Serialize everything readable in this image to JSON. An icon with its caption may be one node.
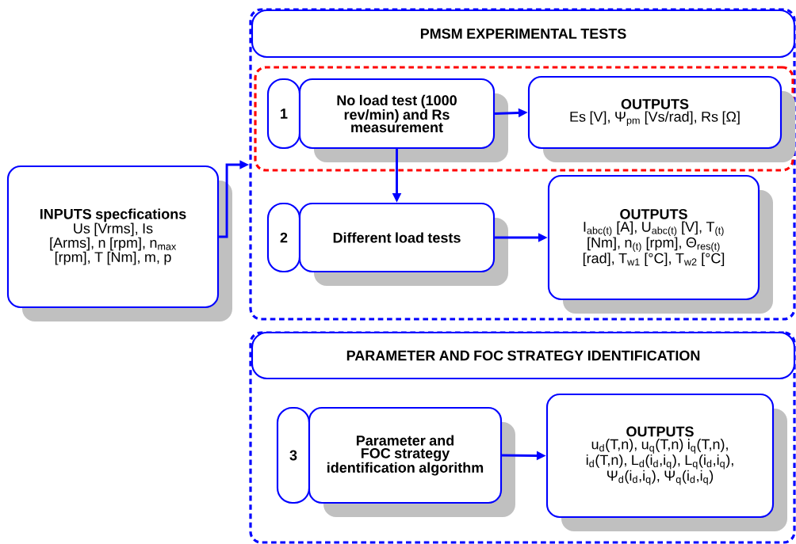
{
  "diagram": {
    "nodes": [
      {
        "text": [
          "INPUTS specfications",
          "Us [Vrms], Is [Arms], n [rpm], n$_{max}$ [rpm], T [Nm], m, p"
        ]
      },
      {
        "text": [],
        "shape": "box"
      },
      {
        "text": [
          "PMSM EXPERIMENTAL TESTS"
        ],
        "in": 1
      },
      {
        "text": [],
        "shape": "box",
        "in": 1
      },
      {
        "text": [
          "1"
        ],
        "in": 3
      },
      {
        "text": [
          "No load test (1000 rev/min) and Rs measurement"
        ],
        "in": 3
      },
      {
        "text": [
          "OUTPUTS",
          "Es [V], Ψ$_{pm}$ [Vs/rad], Rs [Ω]"
        ],
        "in": 3
      },
      {
        "text": [
          "2"
        ],
        "in": 1
      },
      {
        "text": [
          "Different load tests"
        ],
        "in": 1
      },
      {
        "text": [
          "OUTPUTS",
          "I$_{abc(t)}$ [A], U$_{abc(t)}$ [V], T$_{(t)}$ [Nm], n$_{(t)}$ [rpm], Θ$_{res(t)}$ [rad], T$_{w1}$ [°C], T$_{w2}$ [°C]"
        ],
        "in": 1
      },
      {
        "text": [],
        "shape": "box"
      },
      {
        "text": [
          "PARAMETER AND FOC STRATEGY IDENTIFICATION"
        ],
        "in": 10
      },
      {
        "text": [
          "3"
        ],
        "in": 10
      },
      {
        "text": [
          "Parameter and FOC strategy identification algorithm"
        ],
        "in": 10
      },
      {
        "text": [
          "OUTPUTS",
          "u$_{d}$(T,n), u$_{q}$(T,n) i$_{q}$(T,n), i$_{d}$(T,n), L$_{d}$(i$_{d}$,i$_{q}$), L$_{q}$(i$_{d}$,i$_{q}$), Ψ$_{d}$(i$_{d}$,i$_{q}$), Ψ$_{q}$(i$_{d}$,i$_{q}$)"
        ],
        "in": 10
      }
    ],
    "edges": [
      {
        "from": 0,
        "to": 1,
        "arrow": "to"
      },
      {
        "from": 5,
        "to": 6,
        "arrow": "to"
      },
      {
        "from": 5,
        "to": 8,
        "arrow": "to"
      },
      {
        "from": 8,
        "to": 9,
        "arrow": "to"
      },
      {
        "from": 13,
        "to": 14,
        "arrow": "to"
      }
    ]
  }
}
